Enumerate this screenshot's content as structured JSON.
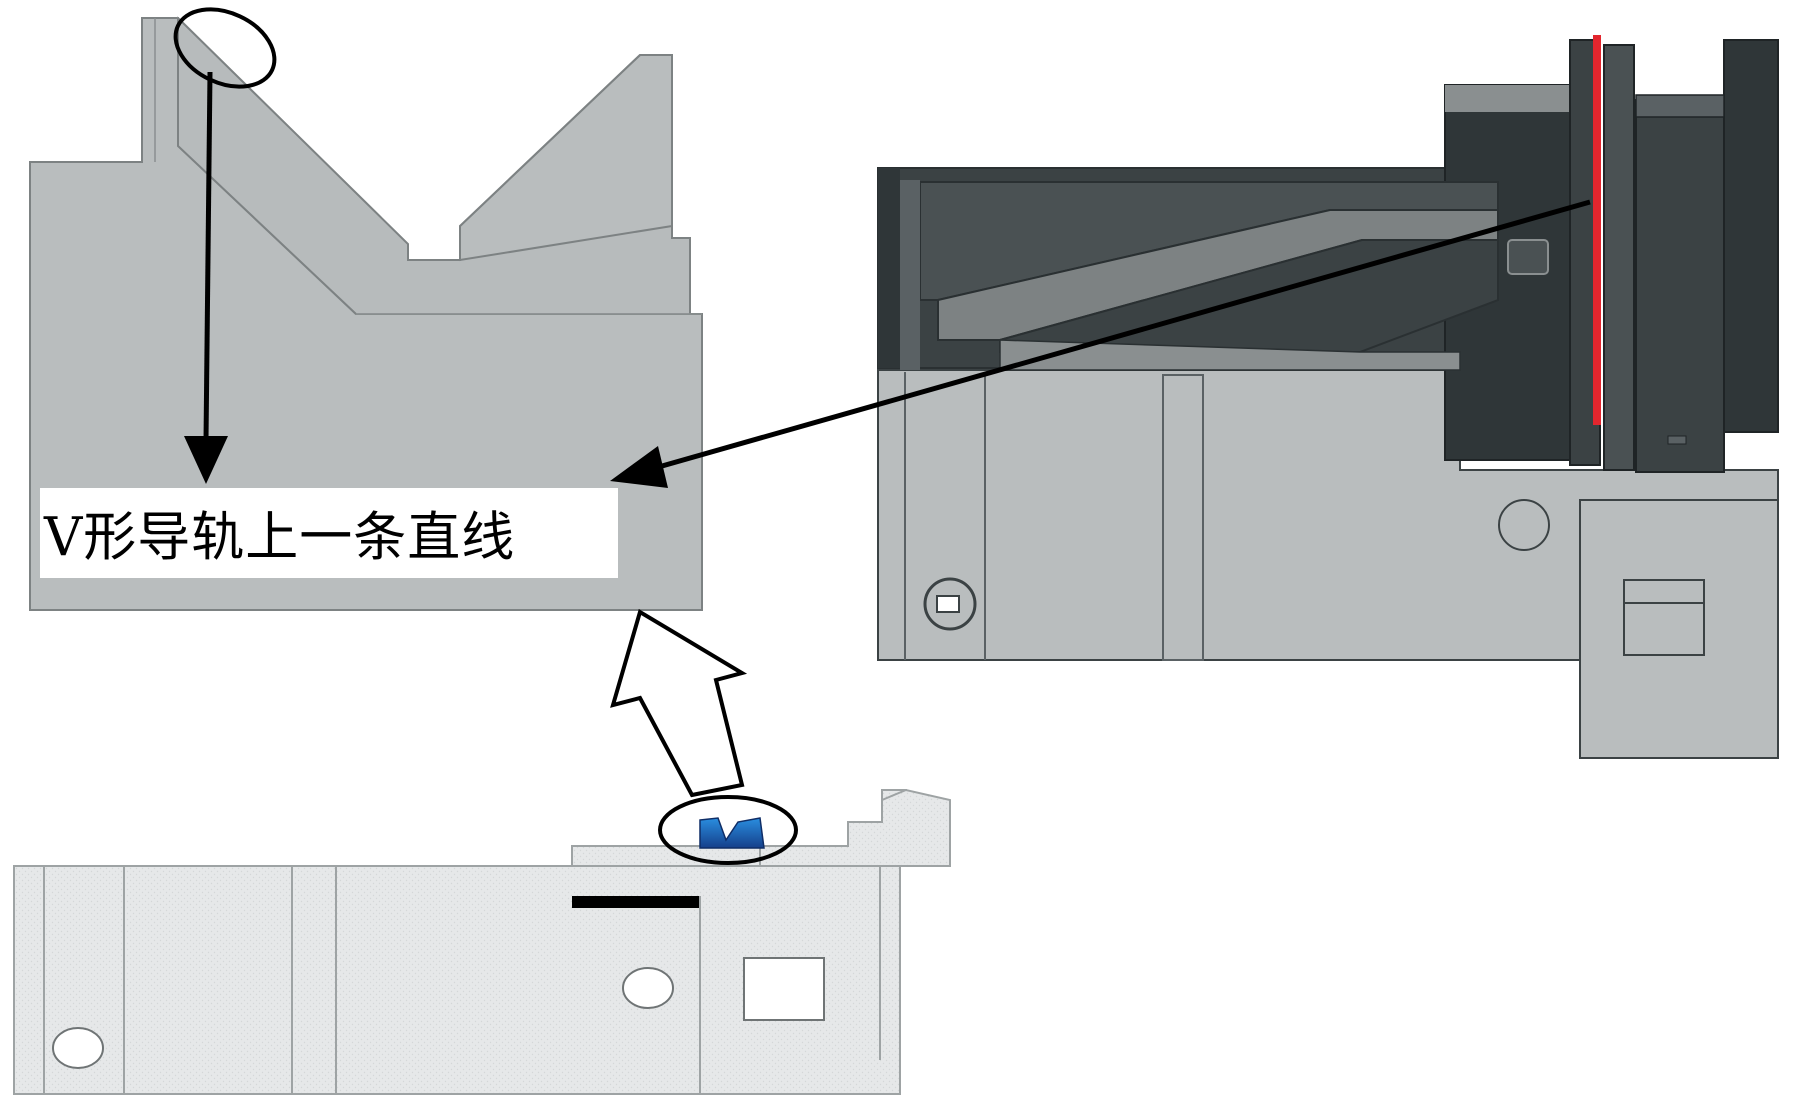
{
  "annotation": {
    "label": "V形导轨上一条直线"
  },
  "colors": {
    "part_light_gray": "#b9bdbe",
    "part_outline": "#6f7475",
    "part_dark": "#3b4244",
    "part_mid_dark": "#5a6164",
    "plate_fill": "#e6e8e9",
    "highlight_red": "#e3262e",
    "arrow_black": "#000000",
    "v_block_blue": "#1f5fb0"
  },
  "icons": {
    "pointer_arrow": "solid-arrow",
    "direction_arrow": "hollow-block-arrow",
    "callout": "ellipse-callout"
  }
}
